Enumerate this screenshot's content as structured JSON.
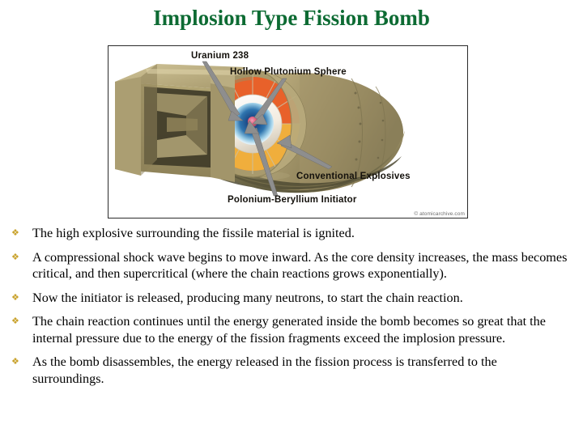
{
  "slide": {
    "title": "Implosion Type Fission Bomb",
    "title_color": "#0d6b33",
    "background_color": "#ffffff",
    "bullet_glyph": "❖",
    "bullet_color": "#c8a12a"
  },
  "figure": {
    "credit": "© atomicarchive.com",
    "labels": {
      "uranium": "Uranium 238",
      "plutonium": "Hollow Plutonium Sphere",
      "conventional": "Conventional Explosives",
      "initiator": "Polonium-Beryllium Initiator"
    },
    "colors": {
      "casing_light": "#bcae82",
      "casing_mid": "#a3956a",
      "casing_dark": "#6f6747",
      "casing_shadow": "#4a452f",
      "explosive_outer": "#e8612a",
      "explosive_inner": "#f2b23c",
      "tamper_white": "#ffffff",
      "plutonium_blue": "#1c4f86",
      "initiator_pink": "#e0607f",
      "arrow_gray": "#8a8a8a"
    }
  },
  "bullets": [
    "The high explosive surrounding the fissile material is ignited.",
    "A compressional shock wave begins to move inward. As the core density increases, the mass becomes critical, and then supercritical (where the chain reactions grows exponentially).",
    "Now the initiator is released, producing many neutrons, to start the chain reaction.",
    "The chain reaction continues until the energy generated inside the bomb becomes so great that the internal pressure due to the energy of the fission fragments exceed the implosion pressure.",
    "As the bomb disassembles, the energy released in the fission process is transferred to the surroundings."
  ]
}
